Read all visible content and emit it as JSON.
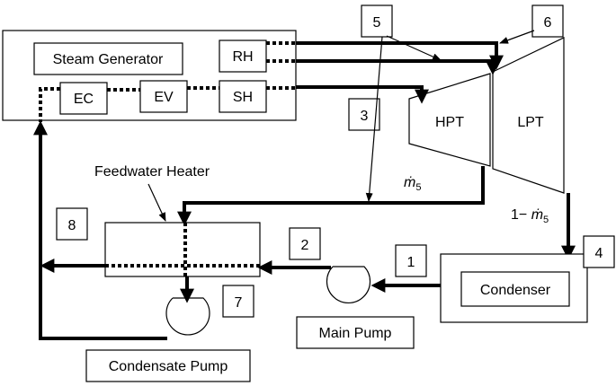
{
  "components": {
    "steam_generator": "Steam Generator",
    "rh": "RH",
    "ec": "EC",
    "ev": "EV",
    "sh": "SH",
    "hpt": "HPT",
    "lpt": "LPT",
    "feedwater_heater": "Feedwater Heater",
    "condenser": "Condenser",
    "main_pump": "Main Pump",
    "condensate_pump": "Condensate Pump"
  },
  "states": [
    "1",
    "2",
    "3",
    "4",
    "5",
    "6",
    "7",
    "8"
  ],
  "flow_labels": {
    "m5": "ṁ",
    "m5_sub": "5",
    "one_minus_prefix": "1− ",
    "one_minus_m": "ṁ",
    "one_minus_sub": "5"
  }
}
